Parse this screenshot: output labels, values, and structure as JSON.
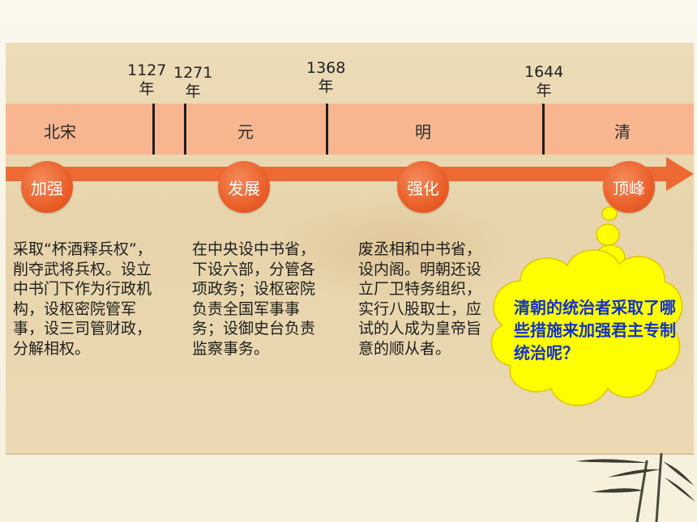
{
  "timeline": {
    "years": [
      {
        "num": "1127",
        "unit": "年"
      },
      {
        "num": "1271",
        "unit": "年"
      },
      {
        "num": "1368",
        "unit": "年"
      },
      {
        "num": "1644",
        "unit": "年"
      }
    ],
    "dynasties": [
      "北宋",
      "元",
      "明",
      "清"
    ],
    "stages": [
      "加强",
      "发展",
      "强化",
      "顶峰"
    ]
  },
  "descriptions": [
    "采取“杯酒释兵权”，削夺武将兵权。设立中书门下作为行政机构，设枢密院管军事，设三司管财政，分解相权。",
    "在中央设中书省，下设六部，分管各项政务；设枢密院负责全国军事事务；设御史台负责监察事务。",
    "废丞相和中书省，设内阁。明朝还设立厂卫特务组织，实行八股取士，应试的人成为皇帝旨意的顺从者。"
  ],
  "question": "清朝的统治者采取了哪些措施来加强君主专制统治呢？",
  "colors": {
    "band": "#f7b690",
    "arrow": "#ee6a34",
    "circle": "#ea5f29",
    "cloud": "#ffff00",
    "question_text": "#1432c8"
  }
}
